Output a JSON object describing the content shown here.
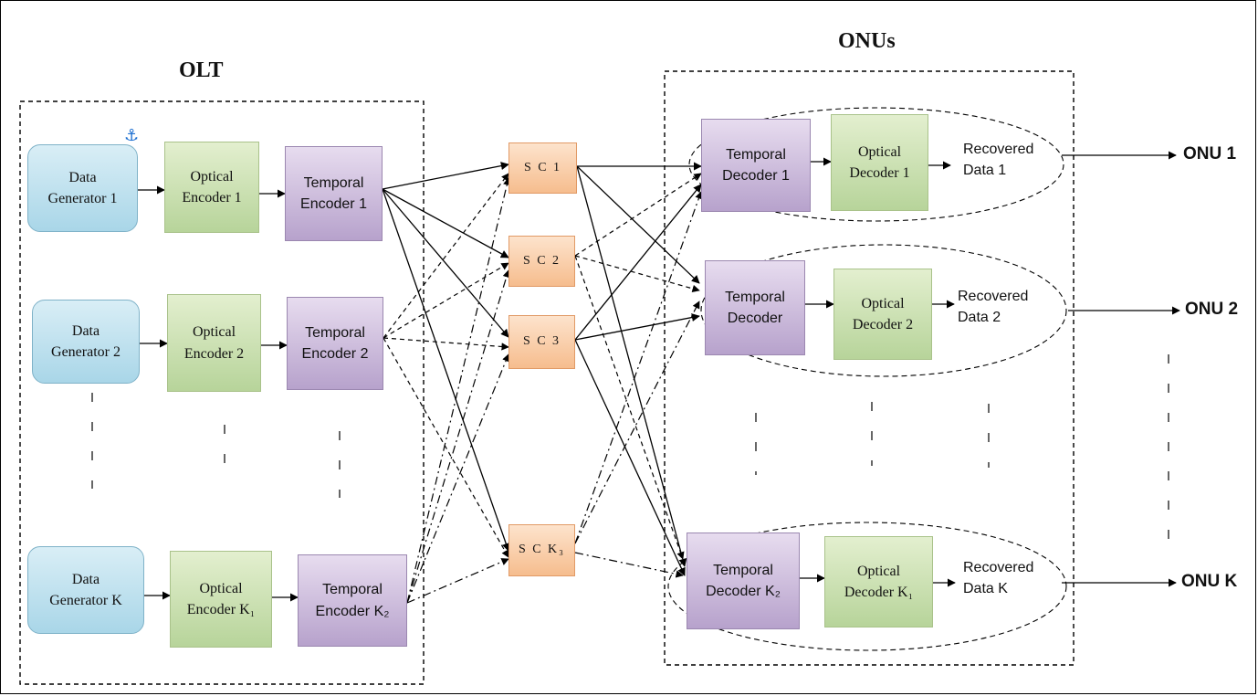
{
  "titles": {
    "olt": "OLT",
    "onus": "ONUs"
  },
  "generators": [
    {
      "line1": "Data",
      "line2": "Generator 1"
    },
    {
      "line1": "Data",
      "line2": "Generator 2"
    },
    {
      "line1": "Data",
      "line2": "Generator K"
    }
  ],
  "optical_encoders": [
    {
      "line1": "Optical",
      "line2": "Encoder 1"
    },
    {
      "line1": "Optical",
      "line2": "Encoder 2"
    },
    {
      "line1": "Optical",
      "line2": "Encoder K₁"
    }
  ],
  "temporal_encoders": [
    {
      "line1": "Temporal",
      "line2": "Encoder 1"
    },
    {
      "line1": "Temporal",
      "line2": "Encoder 2"
    },
    {
      "line1": "Temporal",
      "line2": "Encoder K₂"
    }
  ],
  "star_couplers": [
    "S C 1",
    "S C 2",
    "S C 3",
    "S C K₃"
  ],
  "temporal_decoders": [
    {
      "line1": "Temporal",
      "line2": "Decoder 1"
    },
    {
      "line1": "Temporal",
      "line2": "Decoder"
    },
    {
      "line1": "Temporal",
      "line2": "Decoder K₂"
    }
  ],
  "optical_decoders": [
    {
      "line1": "Optical",
      "line2": "Decoder 1"
    },
    {
      "line1": "Optical",
      "line2": "Decoder 2"
    },
    {
      "line1": "Optical",
      "line2": "Decoder K₁"
    }
  ],
  "recovered": [
    {
      "line1": "Recovered",
      "line2": "Data 1"
    },
    {
      "line1": "Recovered",
      "line2": "Data 2"
    },
    {
      "line1": "Recovered",
      "line2": "Data K"
    }
  ],
  "onu_labels": [
    "ONU 1",
    "ONU 2",
    "ONU K"
  ],
  "icons": {
    "anchor": "anchor-icon"
  },
  "colors": {
    "generator": "#a9d6e8",
    "optical": "#b7d49a",
    "temporal": "#b7a2cc",
    "coupler": "#f6bd8e"
  }
}
